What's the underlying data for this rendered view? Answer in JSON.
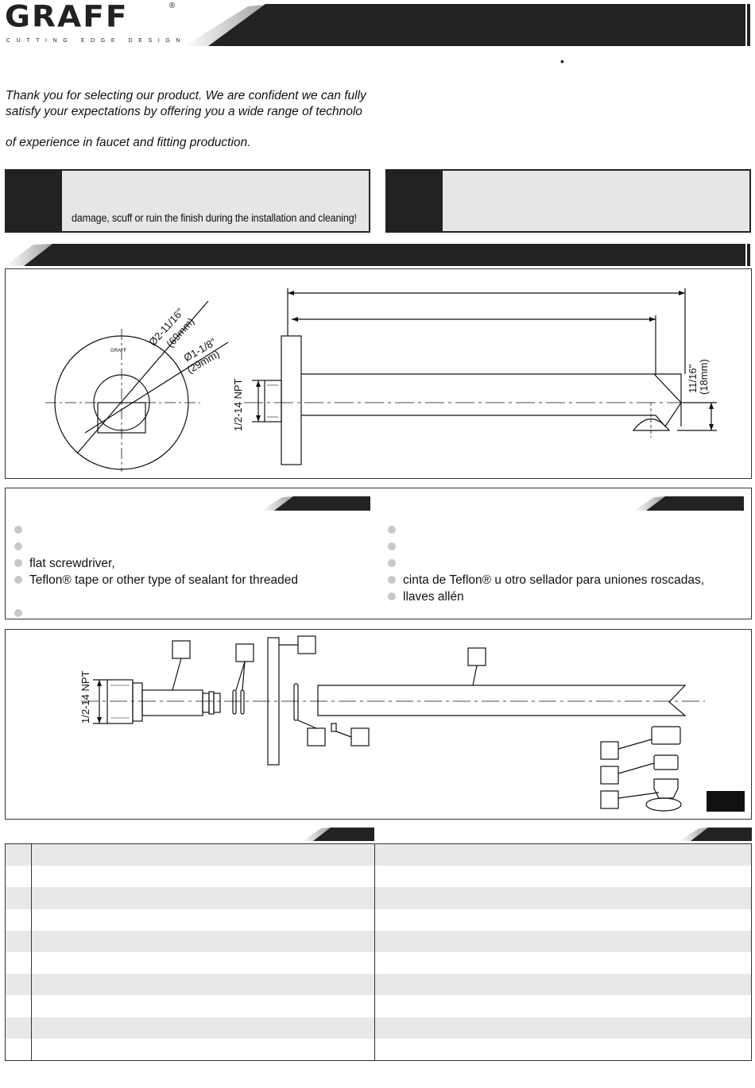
{
  "brand": {
    "name": "GRAFF",
    "registered_mark": "®",
    "tagline": "CUTTING EDGE DESIGN"
  },
  "intro": {
    "line1": "Thank you for selecting our product. We are confident we can fully",
    "line2": "satisfy your expectations by offering you a wide range of technolo",
    "line3": "of experience in faucet and fitting production."
  },
  "warning_left": {
    "text": "damage, scuff or ruin the finish during the installation and cleaning!"
  },
  "dimensions": {
    "outer_dia": "Ø2-11/16\"",
    "outer_dia_mm": "(69mm)",
    "inner_dia": "Ø1-1/8\"",
    "inner_dia_mm": "(29mm)",
    "thread_label": "1/2-14 NPT",
    "height": "11/16\"",
    "height_mm": "(18mm)",
    "plate_logo": "GRAFF"
  },
  "tools_en": {
    "items": [
      "",
      "",
      "flat screwdriver,",
      "Teflon® tape or other type of sealant for threaded",
      "",
      ""
    ]
  },
  "tools_es": {
    "items": [
      "",
      "",
      "",
      "cinta de Teflon® u otro sellador para uniones roscadas,",
      "llaves allén"
    ]
  },
  "exploded": {
    "thread_label": "1/2-14 NPT"
  },
  "parts_table": {
    "row_count": 10
  },
  "colors": {
    "dark": "#222222",
    "panel_shade": "#e6e6e6",
    "row_shade": "#e8e8e8",
    "bullet": "#c8c8c8"
  }
}
